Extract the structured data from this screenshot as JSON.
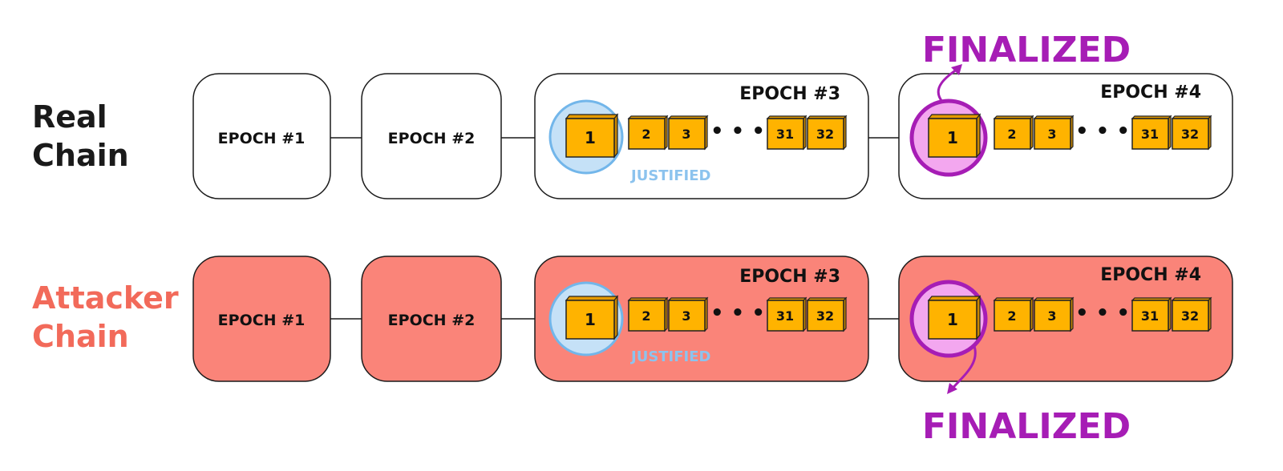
{
  "rows": {
    "real": {
      "label_line1": "Real",
      "label_line2": "Chain"
    },
    "attacker": {
      "label_line1": "Attacker",
      "label_line2": "Chain"
    }
  },
  "epochs": {
    "e1": "EPOCH #1",
    "e2": "EPOCH #2",
    "e3": "EPOCH #3",
    "e4": "EPOCH #4"
  },
  "blocks": {
    "first": "1",
    "b2": "2",
    "b3": "3",
    "ellipsis": "• • •",
    "b31": "31",
    "b32": "32"
  },
  "annotations": {
    "justified": "JUSTIFIED",
    "finalized_top": "FINALIZED",
    "finalized_bottom": "FINALIZED"
  },
  "colors": {
    "real_fill": "#ffffff",
    "attacker_fill": "#fa8479",
    "block": "#ffb300",
    "justified_circle": "#c5e1f7",
    "justified_stroke": "#72b6ea",
    "finalized_circle": "#f3a7ef",
    "finalized_stroke": "#a61db5",
    "attacker_label": "#f26a5a"
  }
}
